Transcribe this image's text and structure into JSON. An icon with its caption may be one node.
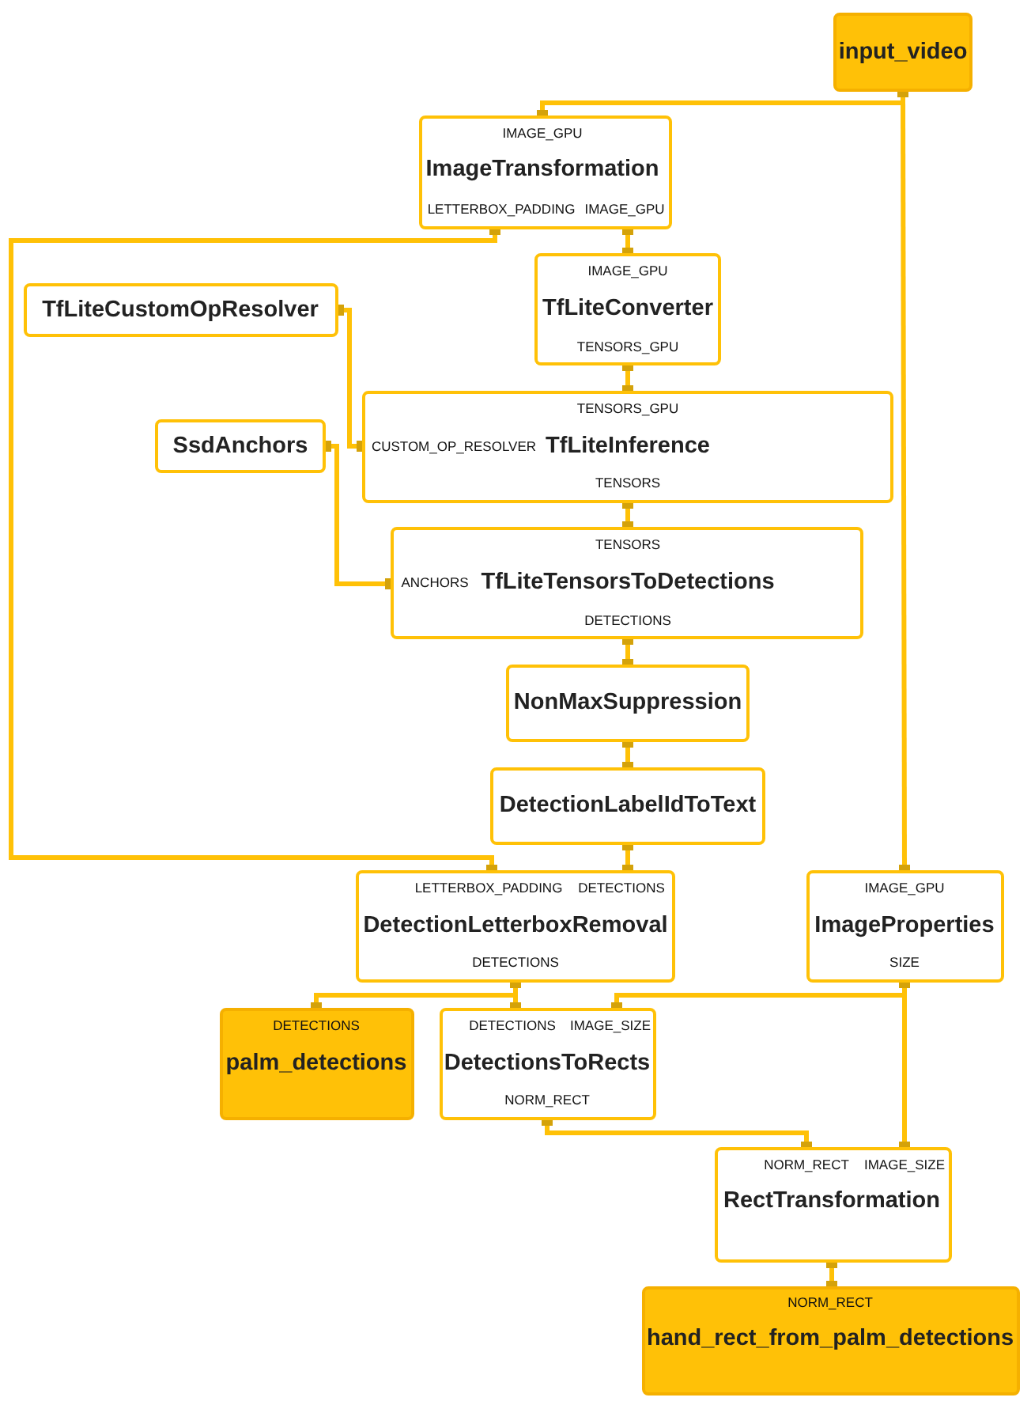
{
  "diagram": {
    "nodes": [
      {
        "text": [
          "input_video"
        ]
      },
      {
        "text": [
          "IMAGE_GPU",
          "ImageTransformation",
          "LETTERBOX_PADDING",
          "IMAGE_GPU"
        ]
      },
      {
        "text": [
          "TfLiteCustomOpResolver"
        ]
      },
      {
        "text": [
          "IMAGE_GPU",
          "TfLiteConverter",
          "TENSORS_GPU"
        ]
      },
      {
        "text": [
          "SsdAnchors"
        ]
      },
      {
        "text": [
          "TENSORS_GPU",
          "CUSTOM_OP_RESOLVER",
          "TfLiteInference",
          "TENSORS"
        ]
      },
      {
        "text": [
          "TENSORS",
          "ANCHORS",
          "TfLiteTensorsToDetections",
          "DETECTIONS"
        ]
      },
      {
        "text": [
          "NonMaxSuppression"
        ]
      },
      {
        "text": [
          "DetectionLabelIdToText"
        ]
      },
      {
        "text": [
          "LETTERBOX_PADDING",
          "DETECTIONS",
          "DetectionLetterboxRemoval",
          "DETECTIONS"
        ]
      },
      {
        "text": [
          "IMAGE_GPU",
          "ImageProperties",
          "SIZE"
        ]
      },
      {
        "text": [
          "DETECTIONS",
          "palm_detections"
        ]
      },
      {
        "text": [
          "DETECTIONS",
          "IMAGE_SIZE",
          "DetectionsToRects",
          "NORM_RECT"
        ]
      },
      {
        "text": [
          "NORM_RECT",
          "IMAGE_SIZE",
          "RectTransformation"
        ]
      },
      {
        "text": [
          "NORM_RECT",
          "hand_rect_from_palm_detections"
        ]
      }
    ],
    "edges": [
      {
        "from": 0,
        "to": 1,
        "arrow": "other"
      },
      {
        "from": 1,
        "to": 3,
        "arrow": "other"
      },
      {
        "from": 1,
        "to": 9,
        "arrow": "other"
      },
      {
        "from": 3,
        "to": 5,
        "arrow": "other"
      },
      {
        "from": 2,
        "to": 5,
        "arrow": "other"
      },
      {
        "from": 5,
        "to": 6,
        "arrow": "other"
      },
      {
        "from": 4,
        "to": 6,
        "arrow": "other"
      },
      {
        "from": 6,
        "to": 7,
        "arrow": "other"
      },
      {
        "from": 7,
        "to": 8,
        "arrow": "other"
      },
      {
        "from": 8,
        "to": 9,
        "arrow": "other"
      },
      {
        "from": 0,
        "to": 10,
        "arrow": "other"
      },
      {
        "from": 9,
        "to": 11,
        "arrow": "other"
      },
      {
        "from": 9,
        "to": 12,
        "arrow": "other"
      },
      {
        "from": 10,
        "to": 12,
        "arrow": "other"
      },
      {
        "from": 10,
        "to": 13,
        "arrow": "other"
      },
      {
        "from": 12,
        "to": 13,
        "arrow": "other"
      },
      {
        "from": 13,
        "to": 14,
        "arrow": "other"
      }
    ]
  }
}
